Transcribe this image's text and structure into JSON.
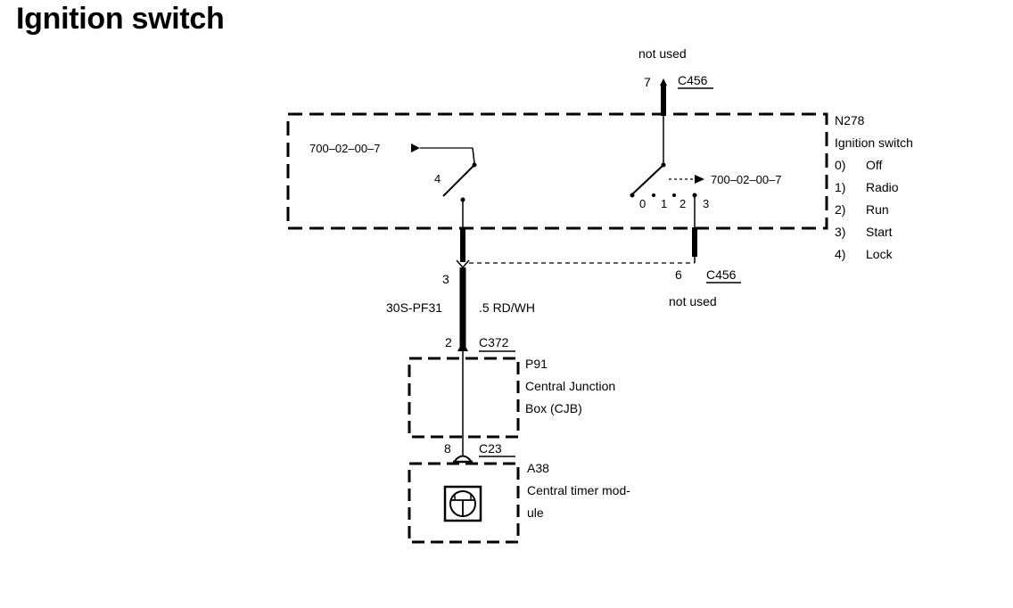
{
  "title": "Ignition switch",
  "switch": {
    "id": "N278",
    "name": "Ignition switch",
    "positions": [
      {
        "num": "0)",
        "label": "Off"
      },
      {
        "num": "1)",
        "label": "Radio"
      },
      {
        "num": "2)",
        "label": "Run"
      },
      {
        "num": "3)",
        "label": "Start"
      },
      {
        "num": "4)",
        "label": "Lock"
      }
    ],
    "ref_left": "700–02–00–7",
    "ref_right": "700–02–00–7",
    "pin_4": "4",
    "pos_0": "0",
    "pos_1": "1",
    "pos_2": "2",
    "pos_3": "3"
  },
  "connector_top": {
    "pin": "7",
    "name": "C456",
    "note": "not used"
  },
  "connector_right": {
    "pin": "6",
    "name": "C456",
    "note": "not used"
  },
  "wire": {
    "pin_top": "3",
    "circuit": "30S-PF31",
    "spec": ".5 RD/WH"
  },
  "cjb": {
    "pin": "2",
    "connector": "C372",
    "id": "P91",
    "name_line1": "Central Junction",
    "name_line2": "Box (CJB)"
  },
  "timer": {
    "pin": "8",
    "connector": "C23",
    "id": "A38",
    "name_line1": "Central timer mod-",
    "name_line2": "ule"
  },
  "colors": {
    "line": "#000000",
    "background": "#ffffff"
  }
}
